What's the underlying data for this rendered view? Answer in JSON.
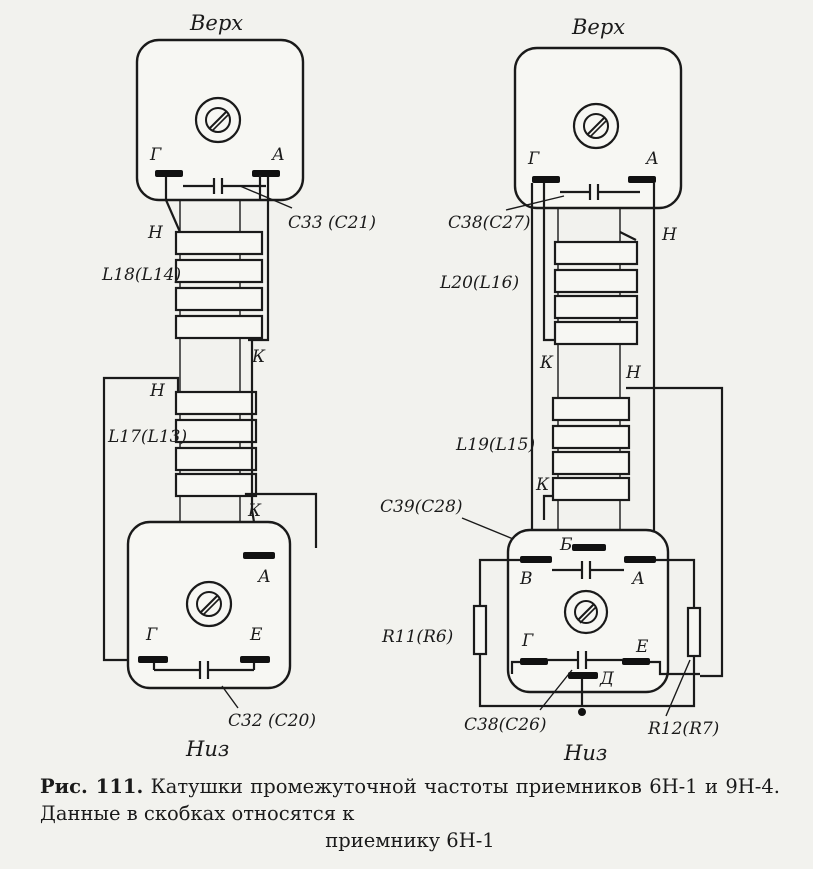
{
  "left_coil": {
    "top_label": "Верх",
    "bottom_label": "Низ",
    "top_pins": {
      "g": "Г",
      "a": "А"
    },
    "bottom_pins": {
      "a": "А",
      "g": "Г",
      "e": "Е"
    },
    "cap_top": "C33 (C21)",
    "cap_bottom": "C32 (C20)",
    "coil_upper": "L18(L14)",
    "coil_lower": "L17(L13)",
    "n_upper": "Н",
    "k_upper": "К",
    "n_lower": "Н",
    "k_lower": "К"
  },
  "right_coil": {
    "top_label": "Верх",
    "bottom_label": "Низ",
    "top_pins": {
      "g": "Г",
      "a": "А"
    },
    "bottom_pins": {
      "b": "Б",
      "v": "В",
      "a": "А",
      "g": "Г",
      "e": "Е",
      "d": "Д"
    },
    "cap_top": "C38(C27)",
    "cap_mid": "C39(C28)",
    "cap_bottom": "C38(C26)",
    "coil_upper": "L20(L16)",
    "coil_lower": "L19(L15)",
    "n_upper": "Н",
    "k_upper": "К",
    "n_lower": "Н",
    "k_lower": "К",
    "r_left": "R11(R6)",
    "r_right": "R12(R7)"
  },
  "caption": {
    "figure_number": "Рис. 111.",
    "text": "Катушки промежуточной частоты приемников 6Н-1 и 9Н-4. Данные в скобках относятся к",
    "last_line": "приемнику 6Н-1"
  }
}
